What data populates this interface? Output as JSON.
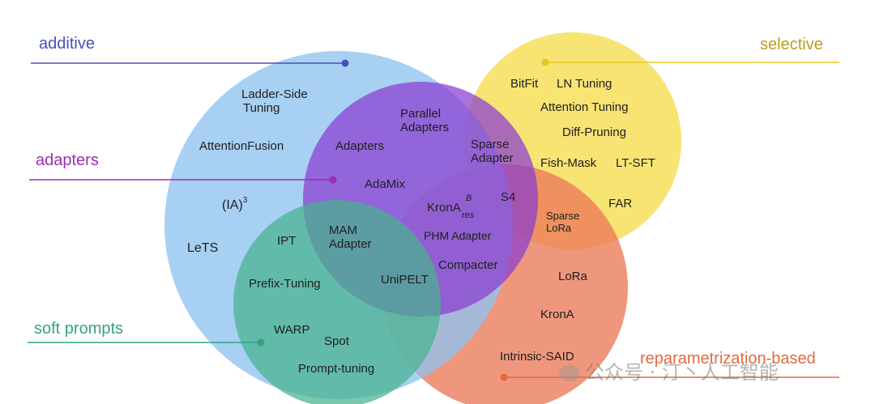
{
  "categories": {
    "additive": "additive",
    "adapters": "adapters",
    "selective": "selective",
    "soft_prompts": "soft prompts",
    "reparametrization": "reparametrization-based"
  },
  "colors": {
    "additive": "#4a78c8",
    "adapters": "#8a2fb0",
    "selective": "#b6a020",
    "soft_prompts": "#35a37e",
    "reparametrization": "#e06a40",
    "blue_fill": "#8fc3f0",
    "yellow_fill": "#f7df5a",
    "purple_fill": "#8a3bd0",
    "green_fill": "#46b38e",
    "orange_fill": "#ea7a58"
  },
  "methods": {
    "ladder_side_1": "Ladder-Side",
    "ladder_side_2": "Tuning",
    "attention_fusion": "AttentionFusion",
    "ia3": "(IA)",
    "ia3_sup": "3",
    "lets": "LeTS",
    "parallel_1": "Parallel",
    "parallel_2": "Adapters",
    "adapters": "Adapters",
    "adamix": "AdaMix",
    "sparse_adapter_1": "Sparse",
    "sparse_adapter_2": "Adapter",
    "s4": "S4",
    "kron_base": "KronA",
    "kron_sup": "B",
    "kron_sub": "res",
    "phm_adapter": "PHM Adapter",
    "compacter": "Compacter",
    "mam_1": "MAM",
    "mam_2": "Adapter",
    "ipt": "IPT",
    "prefix_tuning": "Prefix-Tuning",
    "unipelt": "UniPELT",
    "warp": "WARP",
    "spot": "Spot",
    "prompt_tuning": "Prompt-tuning",
    "bitfit": "BitFit",
    "ln_tuning": "LN Tuning",
    "attention_tuning": "Attention Tuning",
    "diff_pruning": "Diff-Pruning",
    "fish_mask": "Fish-Mask",
    "lt_sft": "LT-SFT",
    "far": "FAR",
    "sparse_lora_1": "Sparse",
    "sparse_lora_2": "LoRa",
    "lora": "LoRa",
    "krona": "KronA",
    "intrinsic_said": "Intrinsic-SAID"
  },
  "watermark": "公众号 · 汀丶人工智能"
}
